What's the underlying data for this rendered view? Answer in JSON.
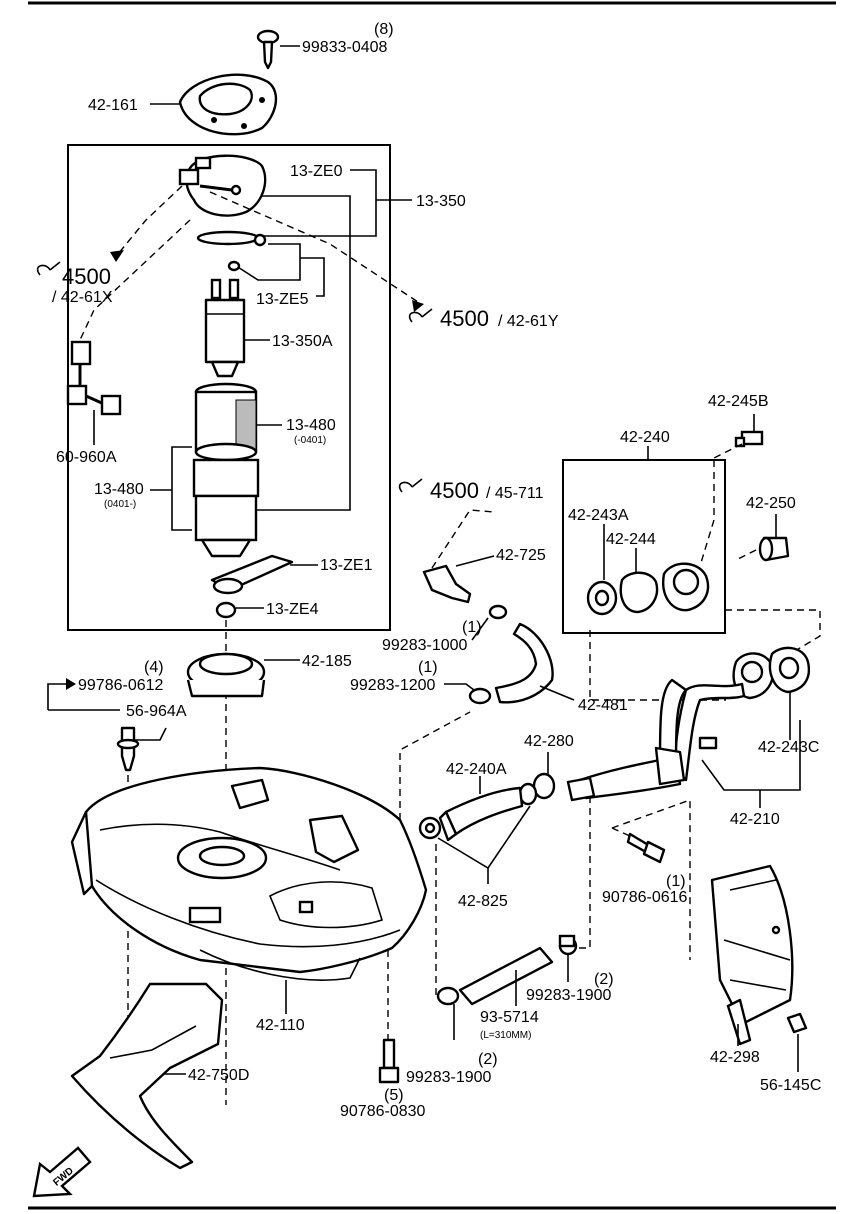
{
  "labels": {
    "l_99833_qty": "(8)",
    "l_99833": "99833-0408",
    "l_42_161": "42-161",
    "l_13_ze0": "13-ZE0",
    "l_13_350": "13-350",
    "l_ref_4500a": "4500",
    "l_ref_4500a_sub": "/ 42-61X",
    "l_13_ze5": "13-ZE5",
    "l_ref_4500b": "4500",
    "l_ref_4500b_sub": "/ 42-61Y",
    "l_13_350a": "13-350A",
    "l_13_480": "13-480",
    "l_13_480_note": "(-0401)",
    "l_60_960a": "60-960A",
    "l_42_245b": "42-245B",
    "l_42_240": "42-240",
    "l_13_480b": "13-480",
    "l_13_480b_note": "(0401-)",
    "l_ref_4500c": "4500",
    "l_ref_4500c_sub": "/ 45-711",
    "l_42_250": "42-250",
    "l_42_243a": "42-243A",
    "l_42_244": "42-244",
    "l_42_725": "42-725",
    "l_13_ze1": "13-ZE1",
    "l_13_ze4": "13-ZE4",
    "l_99283_1000_qty": "(1)",
    "l_99283_1000": "99283-1000",
    "l_42_185": "42-185",
    "l_99786_qty": "(4)",
    "l_99786": "99786-0612",
    "l_99283_1200_qty": "(1)",
    "l_99283_1200": "99283-1200",
    "l_42_481": "42-481",
    "l_56_964a": "56-964A",
    "l_42_243c": "42-243C",
    "l_42_280": "42-280",
    "l_42_240a": "42-240A",
    "l_42_210": "42-210",
    "l_90786_0616_qty": "(1)",
    "l_90786_0616": "90786-0616",
    "l_42_825": "42-825",
    "l_99283_1900a_qty": "(2)",
    "l_99283_1900a": "99283-1900",
    "l_93_5714": "93-5714",
    "l_93_5714_note": "(L=310MM)",
    "l_42_110": "42-110",
    "l_99283_1900b_qty": "(2)",
    "l_99283_1900b": "99283-1900",
    "l_42_750d": "42-750D",
    "l_42_298": "42-298",
    "l_90786_0830": "90786-0830",
    "l_90786_0830_qty": "(5)",
    "l_56_145c": "56-145C",
    "l_fwd": "FWD"
  }
}
